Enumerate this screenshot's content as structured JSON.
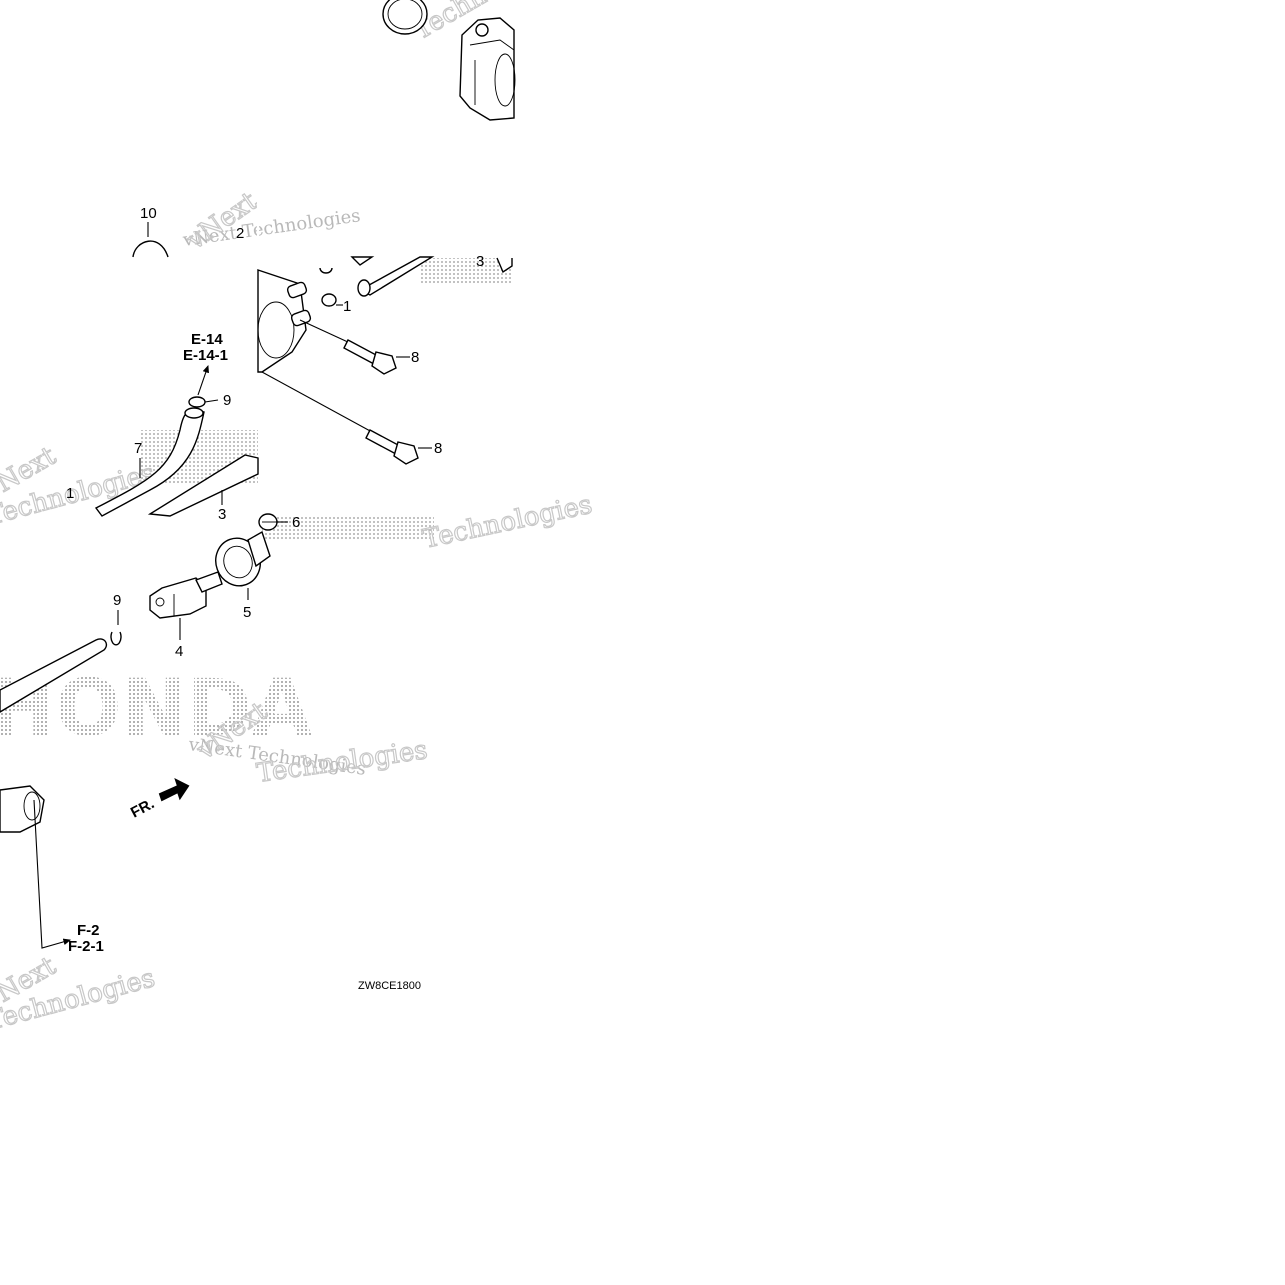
{
  "callouts": {
    "c1a": "1",
    "c1b": "1",
    "c2": "2",
    "c3a": "3",
    "c3b": "3",
    "c4": "4",
    "c5": "5",
    "c6": "6",
    "c7": "7",
    "c8a": "8",
    "c8b": "8",
    "c9a": "9",
    "c9b": "9",
    "c10": "10"
  },
  "references": {
    "e14": "E-14",
    "e14_1": "E-14-1",
    "f2": "F-2",
    "f2_1": "F-2-1"
  },
  "direction_label": "FR.",
  "diagram_code": "ZW8CE1800",
  "watermark": {
    "brand": "vNext Technologies",
    "word_vnext": "vNext",
    "word_tech": "Technologies",
    "honda": "HONDA"
  }
}
